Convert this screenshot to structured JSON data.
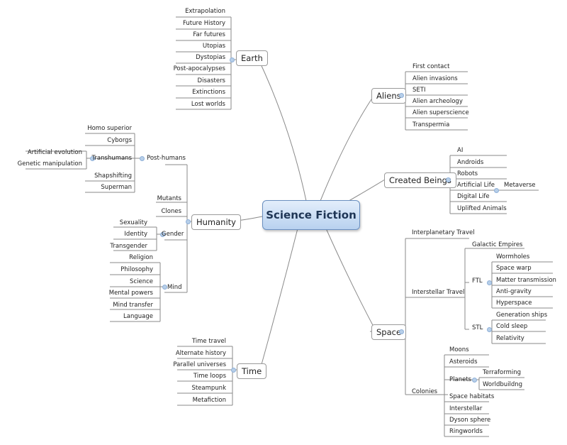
{
  "central": "Science Fiction",
  "branches": {
    "earth": {
      "label": "Earth",
      "items": [
        "Extrapolation",
        "Future History",
        "Far futures",
        "Utopias",
        "Dystopias",
        "Post-apocalypses",
        "Disasters",
        "Extinctions",
        "Lost worlds"
      ]
    },
    "aliens": {
      "label": "Aliens",
      "items": [
        "First contact",
        "Alien invasions",
        "SETI",
        "Alien archeology",
        "Alien superscience",
        "Transpermia"
      ]
    },
    "created": {
      "label": "Created Beings",
      "items": [
        "AI",
        "Androids",
        "Robots",
        "Artificial Life",
        "Digital Life",
        "Uplifted Animals"
      ],
      "sub": {
        "artificial_life": "Metaverse"
      }
    },
    "humanity": {
      "label": "Humanity",
      "posthumans": {
        "label": "Post-humans",
        "items": [
          "Homo superior",
          "Cyborgs",
          "Transhumans",
          "Shapshifting",
          "Superman"
        ],
        "transhumans": [
          "Artificial evolution",
          "Genetic manipulation"
        ]
      },
      "mutants": "Mutants",
      "clones": "Clones",
      "gender": {
        "label": "Gender",
        "items": [
          "Sexuality",
          "Identity",
          "Transgender"
        ]
      },
      "mind": {
        "label": "Mind",
        "items": [
          "Religion",
          "Philosophy",
          "Science",
          "Mental powers",
          "Mind transfer",
          "Language"
        ]
      }
    },
    "time": {
      "label": "Time",
      "items": [
        "Time travel",
        "Alternate history",
        "Parallel universes",
        "Time loops",
        "Steampunk",
        "Metafiction"
      ]
    },
    "space": {
      "label": "Space",
      "interplanetary": "Interplanetary Travel",
      "interstellar": {
        "label": "Interstellar Travel",
        "galactic": "Galactic Empires",
        "ftl": {
          "label": "FTL",
          "items": [
            "Wormholes",
            "Space warp",
            "Matter transmission",
            "Anti-gravity",
            "Hyperspace"
          ]
        },
        "stl": {
          "label": "STL",
          "items": [
            "Generation ships",
            "Cold sleep",
            "Relativity"
          ]
        }
      },
      "colonies": {
        "label": "Colonies",
        "items": [
          "Moons",
          "Asteroids",
          "Planets",
          "Space habitats",
          "Interstellar",
          "Dyson sphere",
          "Ringworlds"
        ],
        "planets": [
          "Terraforming",
          "Worldbuildng"
        ]
      }
    }
  }
}
